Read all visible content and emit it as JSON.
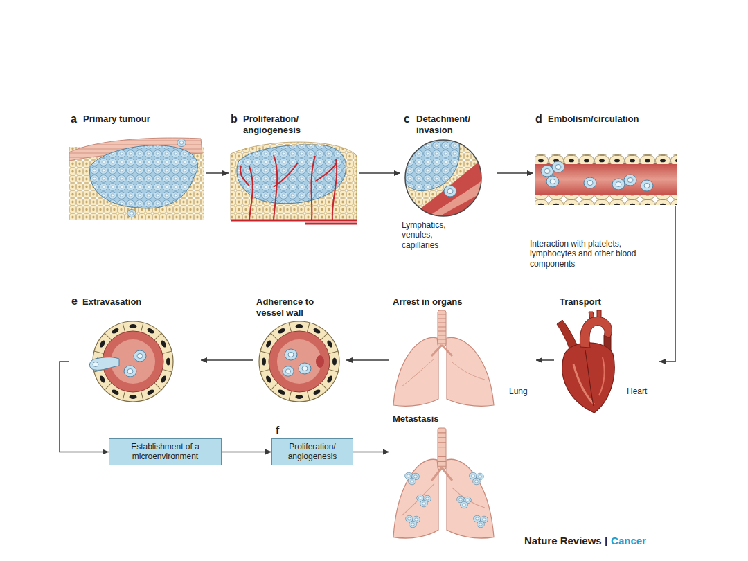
{
  "diagram": {
    "nodes": [
      {
        "text": [
          "a",
          "Primary tumour"
        ]
      },
      {
        "text": [
          "b",
          "Proliferation/ angiogenesis"
        ]
      },
      {
        "text": [
          "c",
          "Detachment/ invasion",
          "Lymphatics, venules, capillaries"
        ]
      },
      {
        "text": [
          "d",
          "Embolism/circulation"
        ]
      },
      {
        "text": [
          "Transport",
          "Heart"
        ]
      },
      {
        "text": [
          "Arrest in organs",
          "Lung"
        ]
      },
      {
        "text": [
          "Adherence to vessel wall"
        ]
      },
      {
        "text": [
          "e",
          "Extravasation"
        ]
      },
      {
        "text": [
          "Establishment of a microenvironment"
        ]
      },
      {
        "text": [
          "f",
          "Proliferation/ angiogenesis"
        ]
      },
      {
        "text": [
          "Metastasis"
        ]
      }
    ],
    "edges": [
      {
        "from": 0,
        "to": 1,
        "arrow": "to"
      },
      {
        "from": 1,
        "to": 2,
        "arrow": "to"
      },
      {
        "from": 2,
        "to": 3,
        "arrow": "to"
      },
      {
        "from": 3,
        "to": 4,
        "label": "Interaction with platelets, lymphocytes and other blood components",
        "arrow": "to"
      },
      {
        "from": 4,
        "to": 5,
        "arrow": "to"
      },
      {
        "from": 5,
        "to": 6,
        "arrow": "to"
      },
      {
        "from": 6,
        "to": 7,
        "arrow": "to"
      },
      {
        "from": 7,
        "to": 8,
        "arrow": "to"
      },
      {
        "from": 8,
        "to": 9,
        "arrow": "to"
      },
      {
        "from": 9,
        "to": 10,
        "arrow": "to"
      }
    ],
    "labels": [
      "Nature Reviews |",
      "Cancer"
    ]
  }
}
